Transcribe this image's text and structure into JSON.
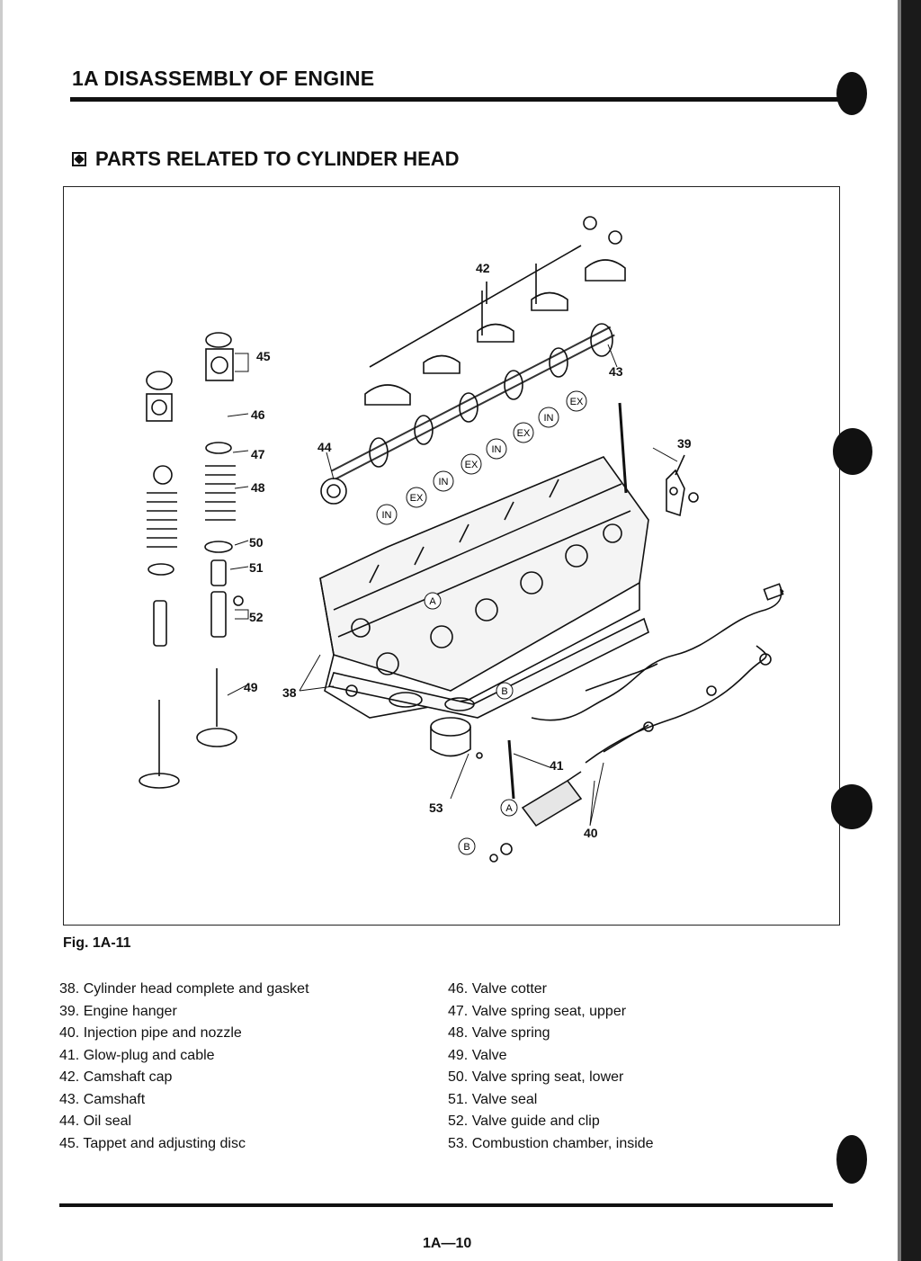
{
  "header": {
    "title": "1A DISASSEMBLY OF ENGINE"
  },
  "section": {
    "title": "PARTS RELATED TO CYLINDER HEAD",
    "icon": "diamond-box-icon"
  },
  "figure": {
    "caption": "Fig. 1A-11",
    "callouts": {
      "c38": "38",
      "c39": "39",
      "c40": "40",
      "c41": "41",
      "c42": "42",
      "c43": "43",
      "c44": "44",
      "c45": "45",
      "c46": "46",
      "c47": "47",
      "c48": "48",
      "c49": "49",
      "c50": "50",
      "c51": "51",
      "c52": "52",
      "c53": "53"
    },
    "valve_labels": {
      "in": "IN",
      "ex": "EX"
    },
    "markers": {
      "a": "A",
      "b": "B"
    }
  },
  "parts_left": [
    "38. Cylinder head complete and gasket",
    "39. Engine hanger",
    "40. Injection pipe and nozzle",
    "41. Glow-plug and cable",
    "42. Camshaft cap",
    "43. Camshaft",
    "44. Oil seal",
    "45. Tappet and adjusting disc"
  ],
  "parts_right": [
    "46. Valve cotter",
    "47. Valve spring seat, upper",
    "48. Valve spring",
    "49. Valve",
    "50. Valve spring seat, lower",
    "51. Valve seal",
    "52. Valve guide and clip",
    "53. Combustion chamber, inside"
  ],
  "footer": {
    "page_number": "1A—10"
  }
}
